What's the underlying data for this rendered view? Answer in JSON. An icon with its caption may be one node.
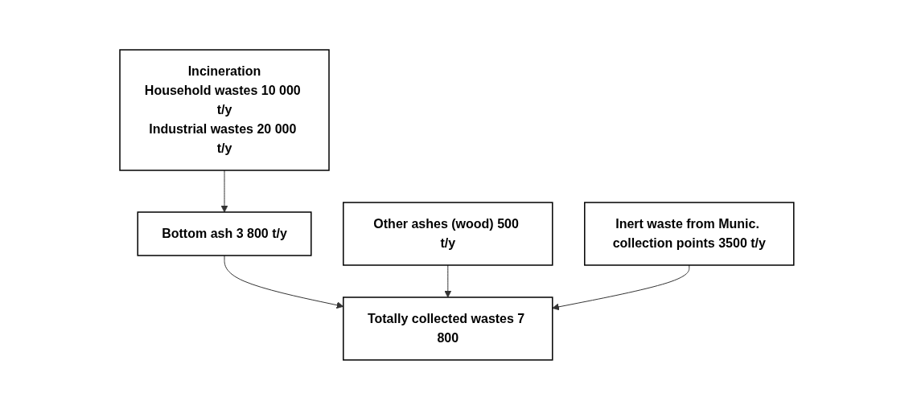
{
  "diagram": {
    "nodes": [
      {
        "text": [
          "Incineration",
          "Household wastes 10 000 t/y",
          "Industrial wastes 20 000 t/y"
        ]
      },
      {
        "text": [
          "Bottom ash 3 800 t/y"
        ]
      },
      {
        "text": [
          "Other ashes (wood) 500 t/y"
        ]
      },
      {
        "text": [
          "Inert waste from Munic. collection points 3500 t/y"
        ]
      },
      {
        "text": [
          "Totally collected wastes 7 800"
        ]
      }
    ],
    "edges": [
      {
        "from": 0,
        "to": 1,
        "arrow": "to"
      },
      {
        "from": 1,
        "to": 4,
        "arrow": "to"
      },
      {
        "from": 2,
        "to": 4,
        "arrow": "to"
      },
      {
        "from": 3,
        "to": 4,
        "arrow": "to"
      }
    ]
  }
}
